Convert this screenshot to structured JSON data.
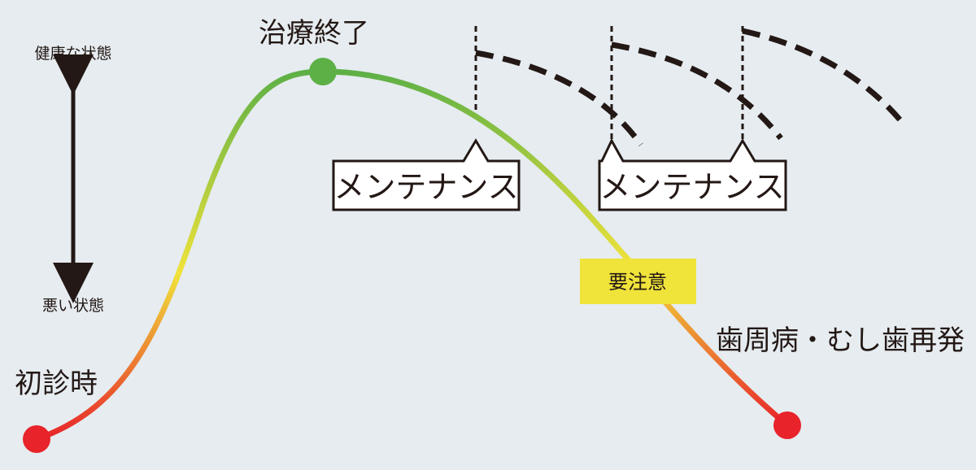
{
  "labels": {
    "initial_visit": "初診時",
    "treatment_end": "治療終了",
    "relapse": "歯周病・むし歯再発",
    "good_state": "健康な状態",
    "bad_state": "悪い状態",
    "maintenance_1": "メンテナンス",
    "maintenance_2": "メンテナンス",
    "caution": "要注意"
  },
  "colors": {
    "background": "#e6ecf0",
    "start_point": "#e8232a",
    "peak_point": "#5db046",
    "end_point": "#e8232a",
    "curve_red": "#e8232a",
    "curve_yellow": "#f0e33a",
    "curve_green": "#5db046",
    "caution_box": "#f0e33a",
    "dark": "#231815"
  }
}
